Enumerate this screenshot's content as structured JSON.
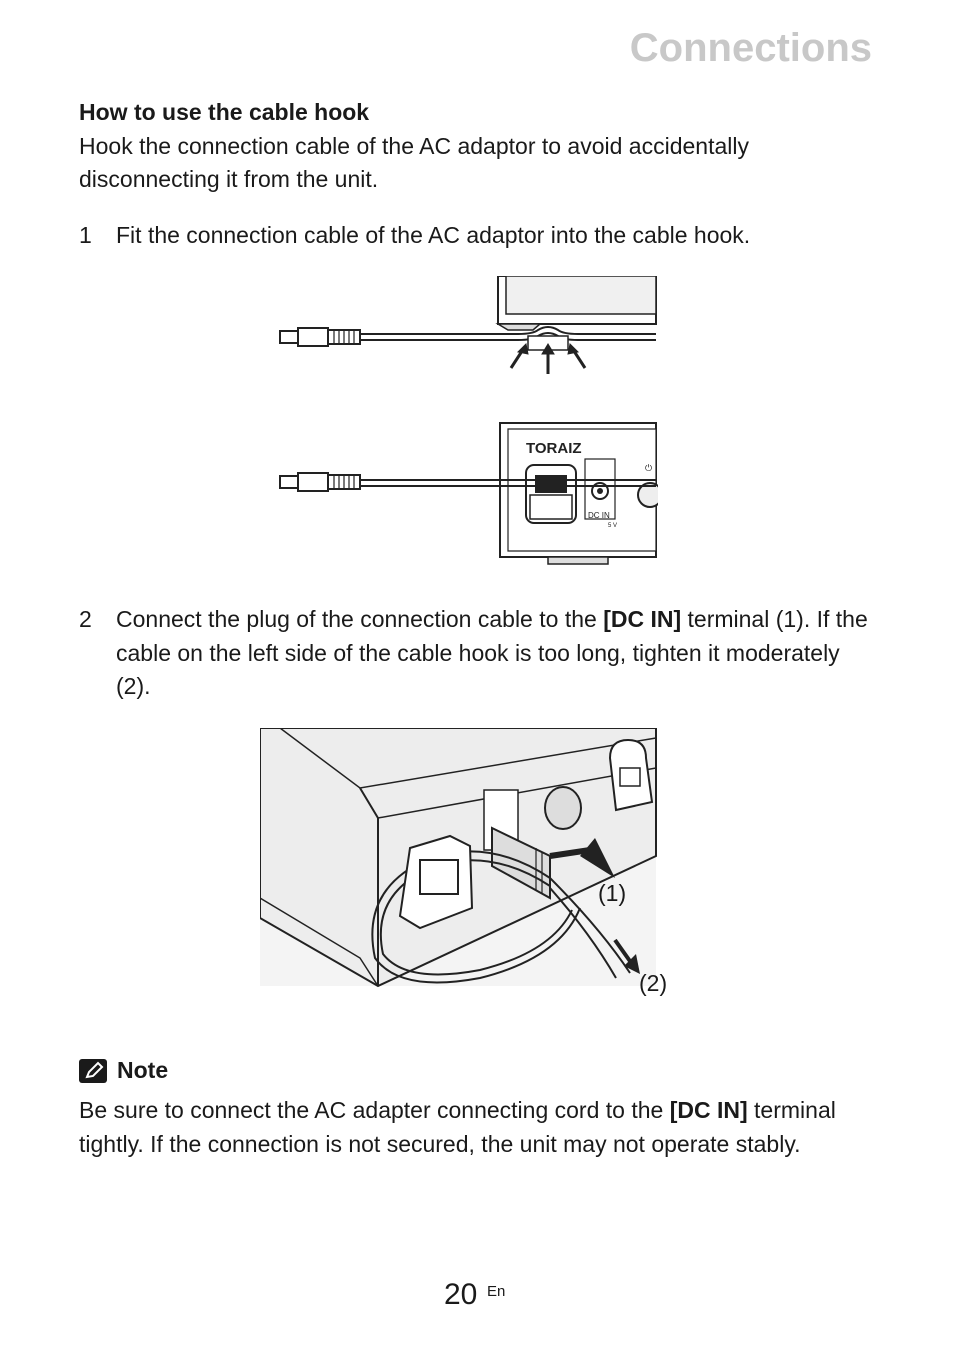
{
  "header": {
    "section_title": "Connections"
  },
  "subsection": {
    "heading": "How to use the cable hook",
    "intro": "Hook the connection cable of the AC adaptor to avoid accidentally disconnecting it from the unit."
  },
  "steps": [
    {
      "number": "1",
      "text": "Fit the connection cable of the AC adaptor into the cable hook."
    },
    {
      "number": "2",
      "text_before": "Connect the plug of the connection cable to the ",
      "text_bold": "[DC IN]",
      "text_after": " terminal (1). If the cable on the left side of the cable hook is too long, tighten it moderately (2)."
    }
  ],
  "figure1": {
    "brand": "TORAIZ",
    "port_label": "DC IN",
    "voltage_label": "5 V",
    "power_symbol": "⏻"
  },
  "figure2": {
    "callout_1": "(1)",
    "callout_2": "(2)"
  },
  "note": {
    "heading": "Note",
    "icon": "pencil-icon",
    "text_before": "Be sure to connect the AC adapter connecting cord to the ",
    "text_bold": "[DC IN]",
    "text_after": " terminal tightly. If the connection is not secured, the unit may not operate stably."
  },
  "footer": {
    "page_number": "20",
    "language": "En"
  }
}
